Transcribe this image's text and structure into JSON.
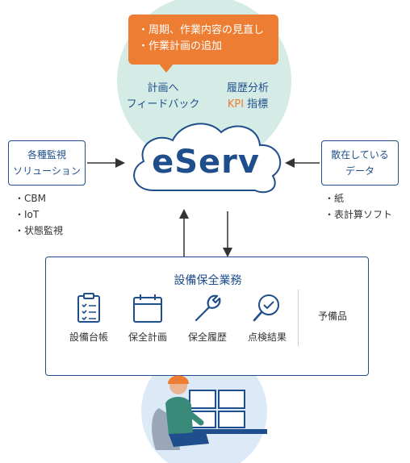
{
  "callout": {
    "line1": "・周期、作業内容の見直し",
    "line2": "・作業計画の追加"
  },
  "feedback": {
    "left_line1": "計画へ",
    "left_line2": "フィードバック",
    "right_line1": "履歴分析",
    "right_kpi": "KPI",
    "right_suffix": " 指標"
  },
  "center": {
    "name": "eServ"
  },
  "left_box": {
    "line1": "各種監視",
    "line2": "ソリューション",
    "bullets": [
      "・CBM",
      "・IoT",
      "・状態監視"
    ]
  },
  "right_box": {
    "line1": "散在している",
    "line2": "データ",
    "bullets": [
      "・紙",
      "・表計算ソフト"
    ]
  },
  "maintenance": {
    "title": "設備保全業務",
    "tasks": [
      {
        "label": "設備台帳",
        "icon": "clipboard-checklist-icon"
      },
      {
        "label": "保全計画",
        "icon": "calendar-icon"
      },
      {
        "label": "保全履歴",
        "icon": "wrench-icon"
      },
      {
        "label": "点検結果",
        "icon": "magnifier-check-icon"
      }
    ],
    "spare": "予備品"
  },
  "colors": {
    "navy": "#1f4e8c",
    "orange": "#ec7d32",
    "mint": "#d5ece6",
    "sky": "#dce9f6"
  }
}
